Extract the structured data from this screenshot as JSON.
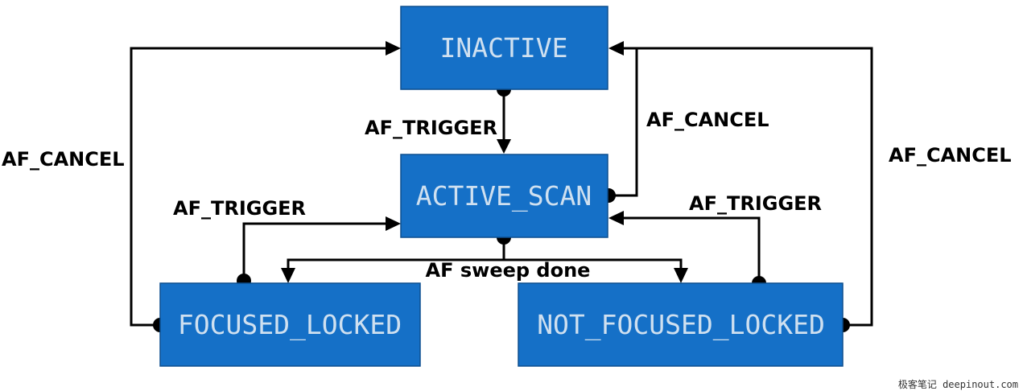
{
  "states": {
    "inactive": "INACTIVE",
    "active_scan": "ACTIVE_SCAN",
    "focused_locked": "FOCUSED_LOCKED",
    "not_focused_locked": "NOT_FOCUSED_LOCKED"
  },
  "transitions": {
    "inactive_to_active_scan": "AF_TRIGGER",
    "active_scan_to_inactive": "AF_CANCEL",
    "focused_to_inactive": "AF_CANCEL",
    "not_focused_to_inactive": "AF_CANCEL",
    "focused_to_active_scan": "AF_TRIGGER",
    "not_focused_to_active_scan": "AF_TRIGGER",
    "active_scan_sweep_done": "AF sweep done"
  },
  "watermark": "极客笔记 deepinout.com",
  "colors": {
    "state_fill": "#1570c7",
    "state_text": "#cfe0f0",
    "edge": "#000000"
  }
}
